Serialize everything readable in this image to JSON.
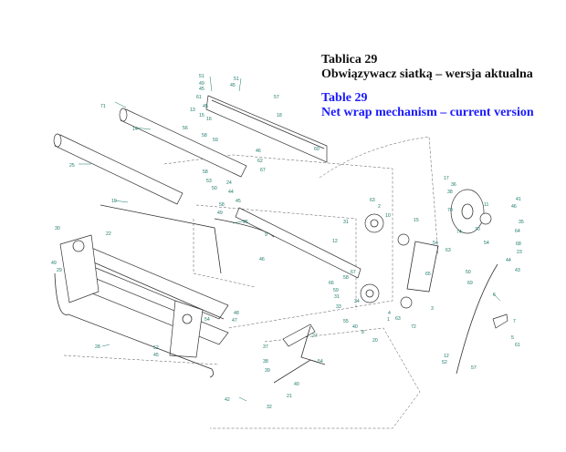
{
  "title": {
    "pl_line1": "Tablica 29",
    "pl_line2": "Obwiązywacz siatką – wersja aktualna",
    "en_line1": "Table 29",
    "en_line2": "Net wrap mechanism – current version"
  },
  "colors": {
    "label": "#1a7a6a",
    "english_title": "#1a1aff",
    "polish_title": "#111111",
    "line": "#333333"
  },
  "callouts": [
    {
      "id": "c51",
      "text": "51"
    },
    {
      "id": "c49",
      "text": "49"
    },
    {
      "id": "c45a",
      "text": "45"
    },
    {
      "id": "c51b",
      "text": "51"
    },
    {
      "id": "c45b",
      "text": "45"
    },
    {
      "id": "c57a",
      "text": "57"
    },
    {
      "id": "c71",
      "text": "71"
    },
    {
      "id": "c61",
      "text": "61"
    },
    {
      "id": "c13",
      "text": "13"
    },
    {
      "id": "c45c",
      "text": "45"
    },
    {
      "id": "c15",
      "text": "15"
    },
    {
      "id": "c16",
      "text": "16"
    },
    {
      "id": "c14",
      "text": "14"
    },
    {
      "id": "c56",
      "text": "56"
    },
    {
      "id": "c58a",
      "text": "58"
    },
    {
      "id": "c59a",
      "text": "59"
    },
    {
      "id": "c18",
      "text": "18"
    },
    {
      "id": "c46a",
      "text": "46"
    },
    {
      "id": "c62",
      "text": "62"
    },
    {
      "id": "c60",
      "text": "60"
    },
    {
      "id": "c25",
      "text": "25"
    },
    {
      "id": "c67",
      "text": "67"
    },
    {
      "id": "c58b",
      "text": "58"
    },
    {
      "id": "c26",
      "text": "26"
    },
    {
      "id": "c50",
      "text": "50"
    },
    {
      "id": "c24",
      "text": "24"
    },
    {
      "id": "c44a",
      "text": "44"
    },
    {
      "id": "c58c",
      "text": "58"
    },
    {
      "id": "c49b",
      "text": "49"
    },
    {
      "id": "c45d",
      "text": "45"
    },
    {
      "id": "c19",
      "text": "19"
    },
    {
      "id": "c17a",
      "text": "17"
    },
    {
      "id": "c36",
      "text": "36"
    },
    {
      "id": "c38a",
      "text": "38"
    },
    {
      "id": "c63a",
      "text": "63"
    },
    {
      "id": "c2",
      "text": "2"
    },
    {
      "id": "c70a",
      "text": "70"
    },
    {
      "id": "c31a",
      "text": "31"
    },
    {
      "id": "c11",
      "text": "11"
    },
    {
      "id": "c41",
      "text": "41"
    },
    {
      "id": "c46b",
      "text": "46"
    },
    {
      "id": "c35",
      "text": "35"
    },
    {
      "id": "c10",
      "text": "10"
    },
    {
      "id": "c15b",
      "text": "15"
    },
    {
      "id": "c74",
      "text": "74"
    },
    {
      "id": "c70b",
      "text": "70"
    },
    {
      "id": "c54a",
      "text": "54"
    },
    {
      "id": "c64",
      "text": "64"
    },
    {
      "id": "c68",
      "text": "68"
    },
    {
      "id": "c23",
      "text": "23"
    },
    {
      "id": "c30",
      "text": "30"
    },
    {
      "id": "c22",
      "text": "22"
    },
    {
      "id": "c9",
      "text": "9"
    },
    {
      "id": "c12",
      "text": "12"
    },
    {
      "id": "c54b",
      "text": "54"
    },
    {
      "id": "c63b",
      "text": "63"
    },
    {
      "id": "c65",
      "text": "65"
    },
    {
      "id": "c50b",
      "text": "50"
    },
    {
      "id": "c69",
      "text": "69"
    },
    {
      "id": "c44b",
      "text": "44"
    },
    {
      "id": "c43",
      "text": "43"
    },
    {
      "id": "c66",
      "text": "66"
    },
    {
      "id": "c58d",
      "text": "58"
    },
    {
      "id": "c46c",
      "text": "46"
    },
    {
      "id": "c67b",
      "text": "67"
    },
    {
      "id": "c29",
      "text": "29"
    },
    {
      "id": "c59b",
      "text": "59"
    },
    {
      "id": "c20",
      "text": "20"
    },
    {
      "id": "c31b",
      "text": "31"
    },
    {
      "id": "c3",
      "text": "3"
    },
    {
      "id": "c33",
      "text": "33"
    },
    {
      "id": "c34",
      "text": "34"
    },
    {
      "id": "c6",
      "text": "6"
    },
    {
      "id": "c48",
      "text": "48"
    },
    {
      "id": "c54c",
      "text": "54"
    },
    {
      "id": "c47",
      "text": "47"
    },
    {
      "id": "c4",
      "text": "4"
    },
    {
      "id": "c1",
      "text": "1"
    },
    {
      "id": "c63c",
      "text": "63"
    },
    {
      "id": "c72",
      "text": "72"
    },
    {
      "id": "c7",
      "text": "7"
    },
    {
      "id": "c5",
      "text": "5"
    },
    {
      "id": "c55",
      "text": "55"
    },
    {
      "id": "c40a",
      "text": "40"
    },
    {
      "id": "c8",
      "text": "8"
    },
    {
      "id": "c28",
      "text": "28"
    },
    {
      "id": "c52a",
      "text": "52"
    },
    {
      "id": "c45e",
      "text": "45"
    },
    {
      "id": "c37",
      "text": "37"
    },
    {
      "id": "c27",
      "text": "27"
    },
    {
      "id": "c38b",
      "text": "38"
    },
    {
      "id": "c39",
      "text": "39"
    },
    {
      "id": "c54d",
      "text": "54"
    },
    {
      "id": "c40b",
      "text": "40"
    },
    {
      "id": "c21",
      "text": "21"
    },
    {
      "id": "c12b",
      "text": "12"
    },
    {
      "id": "c52b",
      "text": "52"
    },
    {
      "id": "c57b",
      "text": "57"
    },
    {
      "id": "c42",
      "text": "42"
    },
    {
      "id": "c32",
      "text": "32"
    },
    {
      "id": "c53",
      "text": "53"
    },
    {
      "id": "c61b",
      "text": "61"
    },
    {
      "id": "c49c",
      "text": "49"
    }
  ]
}
